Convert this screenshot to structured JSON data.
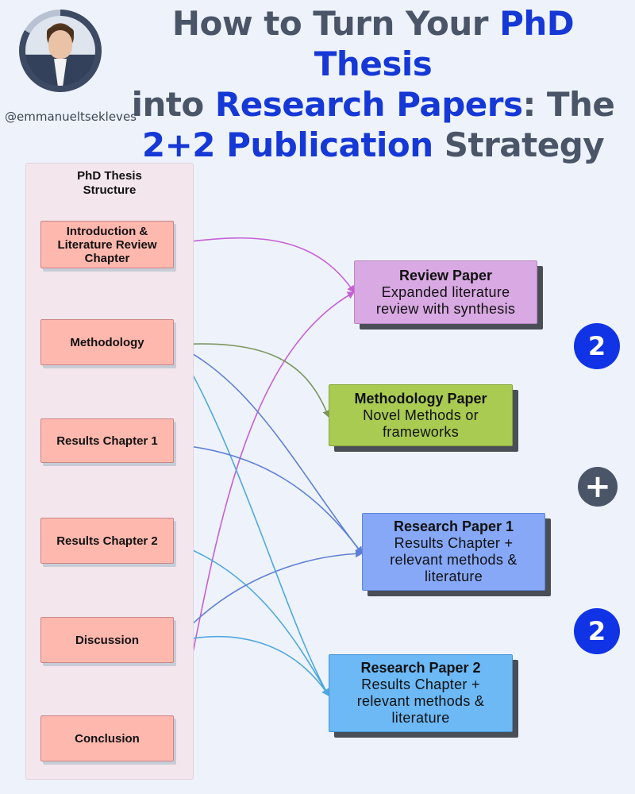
{
  "header": {
    "handle": "@emmanueltsekleves",
    "title_parts": [
      {
        "text": "How to Turn Your ",
        "hl": false
      },
      {
        "text": "PhD Thesis",
        "hl": true
      },
      {
        "text": " into ",
        "hl": false
      },
      {
        "text": "Research Papers",
        "hl": true
      },
      {
        "text": ": The ",
        "hl": false
      },
      {
        "text": "2+2 Publication",
        "hl": true
      },
      {
        "text": " Strategy",
        "hl": false
      }
    ]
  },
  "thesis": {
    "heading": "PhD Thesis\nStructure",
    "chapters": [
      "Introduction &\nLiterature Review\nChapter",
      "Methodology",
      "Results Chapter 1",
      "Results Chapter 2",
      "Discussion",
      "Conclusion"
    ]
  },
  "papers": [
    {
      "title": "Review Paper",
      "desc": "Expanded literature\nreview with synthesis",
      "color": "#d9a9e3"
    },
    {
      "title": "Methodology Paper",
      "desc": "Novel Methods or\nframeworks",
      "color": "#a9cb52"
    },
    {
      "title": "Research Paper 1",
      "desc": "Results Chapter +\nrelevant methods &\nliterature",
      "color": "#86a8f7"
    },
    {
      "title": "Research Paper 2",
      "desc": "Results Chapter +\nrelevant methods &\nliterature",
      "color": "#6cb9f6"
    }
  ],
  "badges": {
    "top": "2",
    "plus": "+",
    "bottom": "2"
  },
  "link_colors": {
    "review": "#c75fd6",
    "methodology": "#7d9461",
    "research1": "#5e7fd6",
    "research2": "#4fa8df"
  }
}
